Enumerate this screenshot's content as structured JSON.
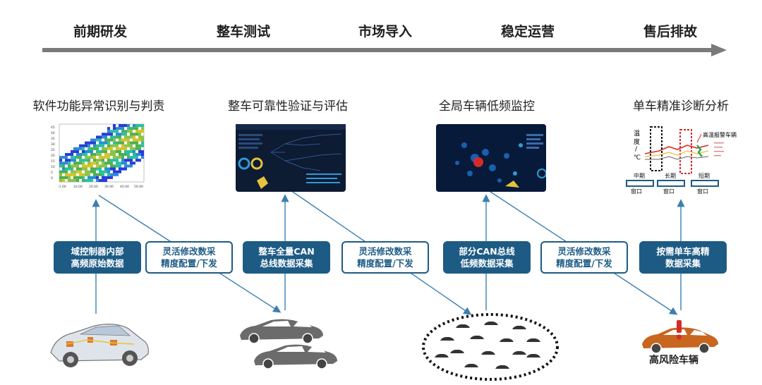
{
  "timeline": {
    "stages": [
      "前期研发",
      "整车测试",
      "市场导入",
      "稳定运营",
      "售后排故"
    ]
  },
  "columns": [
    {
      "title": "软件功能异常识别与判责",
      "data_box": "域控制器内部\n高频原始数据"
    },
    {
      "title": "整车可靠性验证与评估",
      "data_box": "整车全量CAN\n总线数据采集"
    },
    {
      "title": "全局车辆低频监控",
      "data_box": "部分CAN总线\n低频数据采集"
    },
    {
      "title": "单车精准诊断分析",
      "data_box": "按需单车高精\n数据采集"
    }
  ],
  "config_box": "灵活修改数采\n精度配置/下发",
  "heatmap": {
    "y_ticks": [
      "45",
      "40",
      "35",
      "30",
      "25",
      "20",
      "15",
      "10",
      "5",
      "0"
    ],
    "x_ticks": [
      "-1.00",
      "10.00",
      "20.00",
      "30.00",
      "40.00",
      "50.00"
    ]
  },
  "diag": {
    "temp_label": "温\n度\n/\n℃",
    "hot_label": "高温报警车辆",
    "windows": [
      "中期\n窗口",
      "长期\n窗口",
      "短期\n窗口"
    ]
  },
  "risk_label": "高风险车辆",
  "colors": {
    "primary": "#1d5b85",
    "arrow": "#7a7a7a",
    "line": "#3b7fb0"
  }
}
